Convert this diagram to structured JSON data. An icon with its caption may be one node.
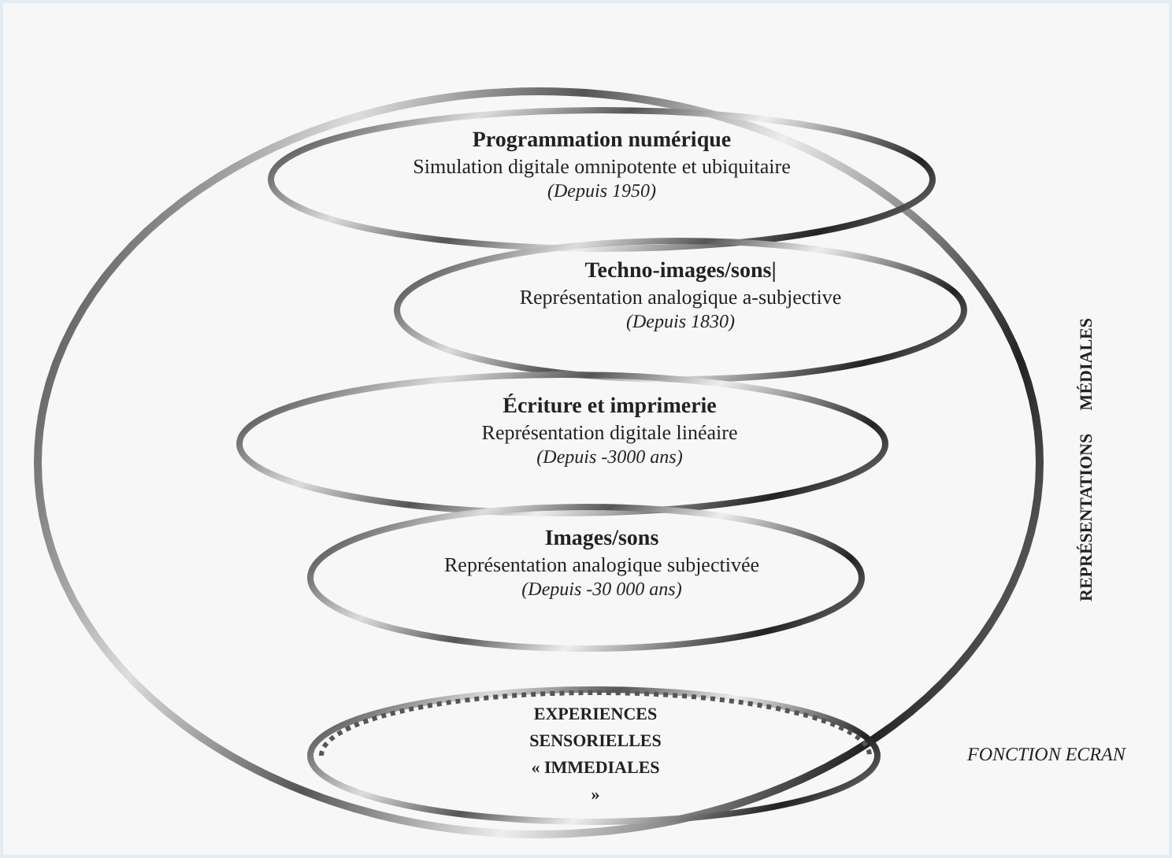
{
  "diagram": {
    "nodes": [
      {
        "text": [
          "EXPERIENCES SENSORIELLES « IMMEDIALES »"
        ]
      }
    ],
    "labels": [
      "Programmation numérique",
      "Simulation digitale omnipotente et ubiquitaire",
      "(Depuis 1950)",
      "Techno-images/sons|",
      "Représentation analogique a-subjective",
      "(Depuis 1830)",
      "Écriture et imprimerie",
      "Représentation digitale linéaire",
      "(Depuis -3000 ans)",
      "Images/sons",
      "Représentation analogique subjectivée",
      "(Depuis -30 000 ans)",
      "REPRÉSENTATIONS MÉDIALES",
      "FONCTION ECRAN"
    ]
  }
}
